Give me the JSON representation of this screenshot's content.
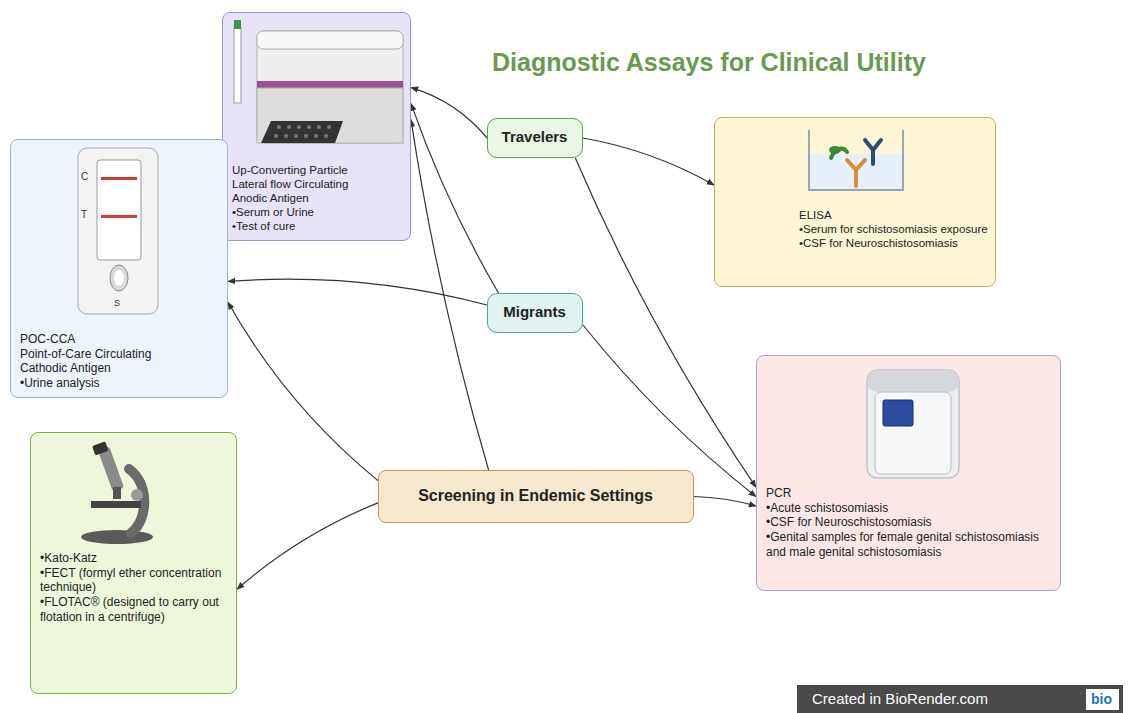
{
  "diagram": {
    "title": "Diagnostic Assays for Clinical Utility",
    "nodes": [
      {
        "text": [
          "Up-Converting Particle Lateral flow Circulating Anodic Antigen",
          "•Serum or Urine",
          "•Test of cure"
        ]
      },
      {
        "text": [
          "Travelers"
        ]
      },
      {
        "text": [
          "ELISA",
          "•Serum for schistosomiasis exposure",
          "•CSF for Neuroschistosomiasis"
        ]
      },
      {
        "text": [
          "POC-CCA",
          "Point-of-Care Circulating Cathodic Antigen",
          "•Urine analysis"
        ]
      },
      {
        "text": [
          "Migrants"
        ]
      },
      {
        "text": [
          "PCR",
          "•Acute schistosomiasis",
          "•CSF for Neuroschistosomiasis",
          "•Genital samples for female genital schistosomiasis and male genital schistosomiasis"
        ]
      },
      {
        "text": [
          "•Kato-Katz",
          "•FECT (formyl ether concentration technique)",
          "•FLOTAC® (designed to carry out flotation in a centrifuge)"
        ]
      },
      {
        "text": [
          "Screening in Endemic Settings"
        ]
      }
    ],
    "edges": [
      {
        "from": 1,
        "to": 0,
        "arrow": "to"
      },
      {
        "from": 1,
        "to": 2,
        "arrow": "to"
      },
      {
        "from": 1,
        "to": 5,
        "arrow": "to"
      },
      {
        "from": 4,
        "to": 0,
        "arrow": "to"
      },
      {
        "from": 4,
        "to": 3,
        "arrow": "to"
      },
      {
        "from": 4,
        "to": 5,
        "arrow": "to"
      },
      {
        "from": 7,
        "to": 0,
        "arrow": "to"
      },
      {
        "from": 7,
        "to": 3,
        "arrow": "to"
      },
      {
        "from": 7,
        "to": 6,
        "arrow": "to"
      },
      {
        "from": 7,
        "to": 5,
        "arrow": "to"
      }
    ],
    "labels": [
      "C",
      "T",
      "S",
      "Created in BioRender.com",
      "bio"
    ]
  }
}
